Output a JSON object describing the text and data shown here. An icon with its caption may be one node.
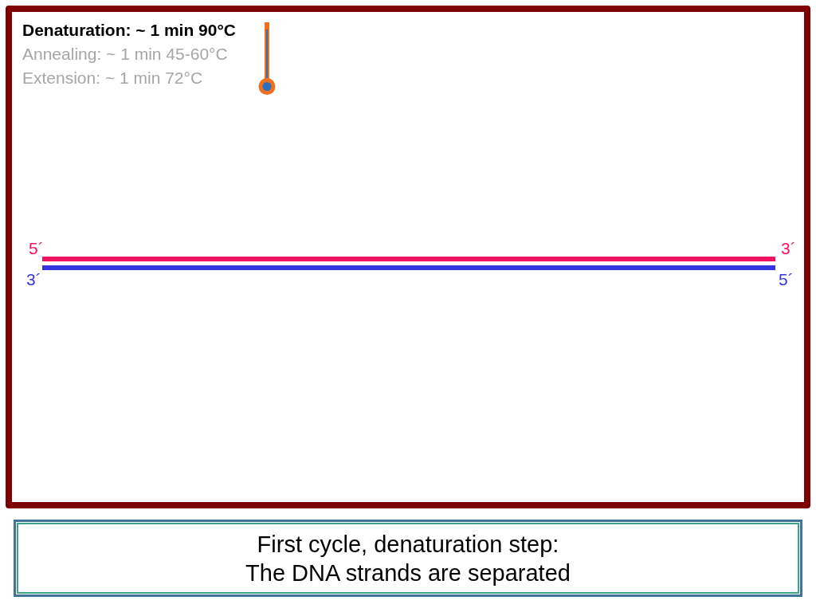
{
  "diagram": {
    "caption": "First cycle, denaturation step: The DNA strands are separated",
    "labels": [
      "Denaturation: ~ 1 min 90°C",
      "Annealing: ~ 1 min 45-60°C",
      "Extension: ~ 1 min 72°C",
      "5´",
      "3´",
      "3´",
      "5´"
    ]
  }
}
